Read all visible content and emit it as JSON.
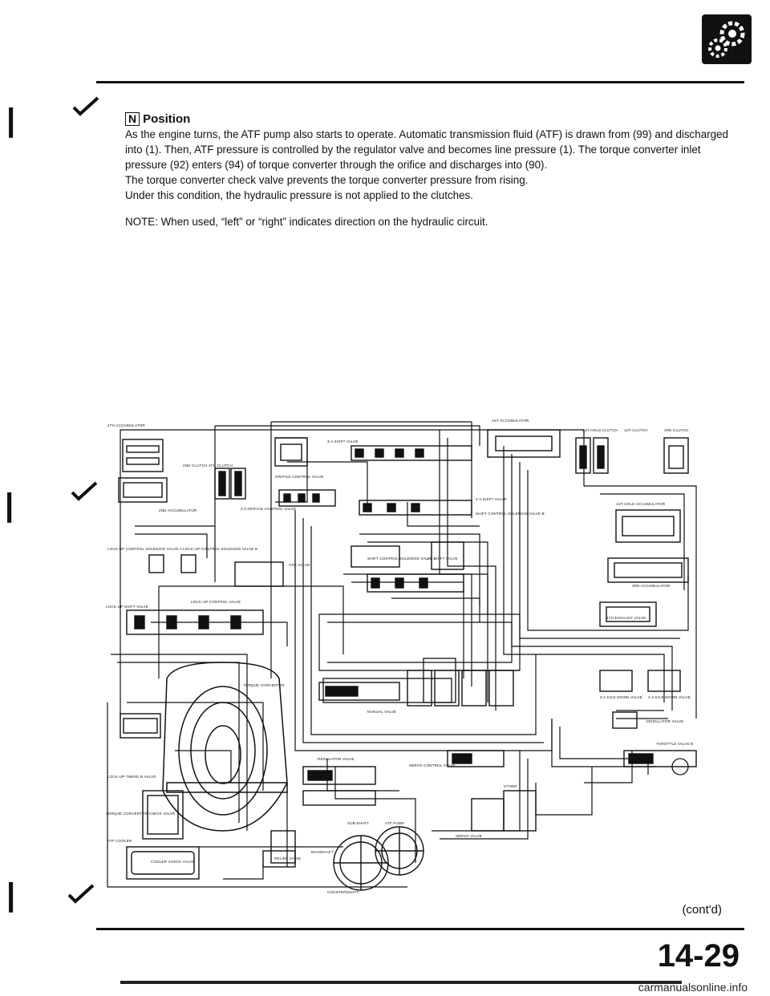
{
  "header": {
    "logo_icon": "transmission-gear-icon"
  },
  "section": {
    "position_letter": "N",
    "title": "Position",
    "paragraphs": [
      "As the engine turns, the ATF pump also starts to operate. Automatic transmission fluid (ATF) is drawn from (99) and discharged into (1). Then, ATF pressure is controlled by the regulator valve and becomes line pressure (1). The torque converter inlet pressure (92) enters (94) of torque converter through the orifice and discharges into (90).",
      "The torque converter check valve prevents the torque converter pressure from rising.",
      "Under this condition, the hydraulic pressure is not applied to the clutches."
    ],
    "note": "NOTE: When used, “left” or “right” indicates direction on the hydraulic circuit."
  },
  "diagram": {
    "labels": {
      "acc4": "4TH ACCUMULATOR",
      "c2c4": "2ND CLUTCH   4TH CLUTCH",
      "shift34": "3-4 SHIFT VALVE",
      "orifice": "ORIFICE CONTROL VALVE",
      "acc1": "1ST ACCUMULATOR",
      "c1hold": "1ST HOLD CLUTCH",
      "c1": "1ST CLUTCH",
      "c3": "3RD CLUTCH",
      "acc2": "2ND ACCUMULATOR",
      "orifice23": "2-3 ORIFICE CONTROL VALVE",
      "shift23": "2-3 SHIFT VALVE",
      "shiftctlB": "SHIFT CONTROL SOLENOID VALVE B",
      "acc1hold": "1ST HOLD ACCUMULATOR",
      "lucsA": "LOCK-UP CONTROL SOLENOID VALVE A",
      "lucsB": "LOCK-UP CONTROL SOLENOID VALVE B",
      "cpc": "CPC VALVE",
      "shiftctlA": "SHIFT CONTROL SOLENOID VALVE A",
      "shift12": "1-2 SHIFT VALVE",
      "acc3": "3RD ACCUMULATOR",
      "lushift": "LOCK-UP SHIFT VALVE",
      "luctl": "LOCK-UP CONTROL VALVE",
      "exh4": "4TH EXHAUST VALVE",
      "tc": "TORQUE CONVERTER",
      "manual": "MANUAL VALVE",
      "kd32": "3-2 KICK-DOWN VALVE",
      "kd43": "4-3 KICK-DOWN VALVE",
      "modulator": "MODULATOR VALVE",
      "throttleB": "THROTTLE VALVE B",
      "regulator": "REGULATOR VALVE",
      "servoctl": "SERVO CONTROL VALVE",
      "lutiming": "LOCK-UP TIMING B VALVE",
      "tccheck": "TORQUE CONVERTER CHECK VALVE",
      "atfcooler": "ATF COOLER",
      "subshaft": "SUB-SHAFT",
      "atfpump": "ATF PUMP",
      "other": "OTHER",
      "servo": "SERVO VALVE",
      "coolercheck": "COOLER CHECK VALVE",
      "relief": "RELIEF VALVE",
      "mainshaft": "MAINSHAFT",
      "countershaft": "COUNTERSHAFT"
    }
  },
  "footer": {
    "contd": "(cont'd)",
    "page_number": "14-29",
    "watermark": "carmanualsonline.info"
  }
}
